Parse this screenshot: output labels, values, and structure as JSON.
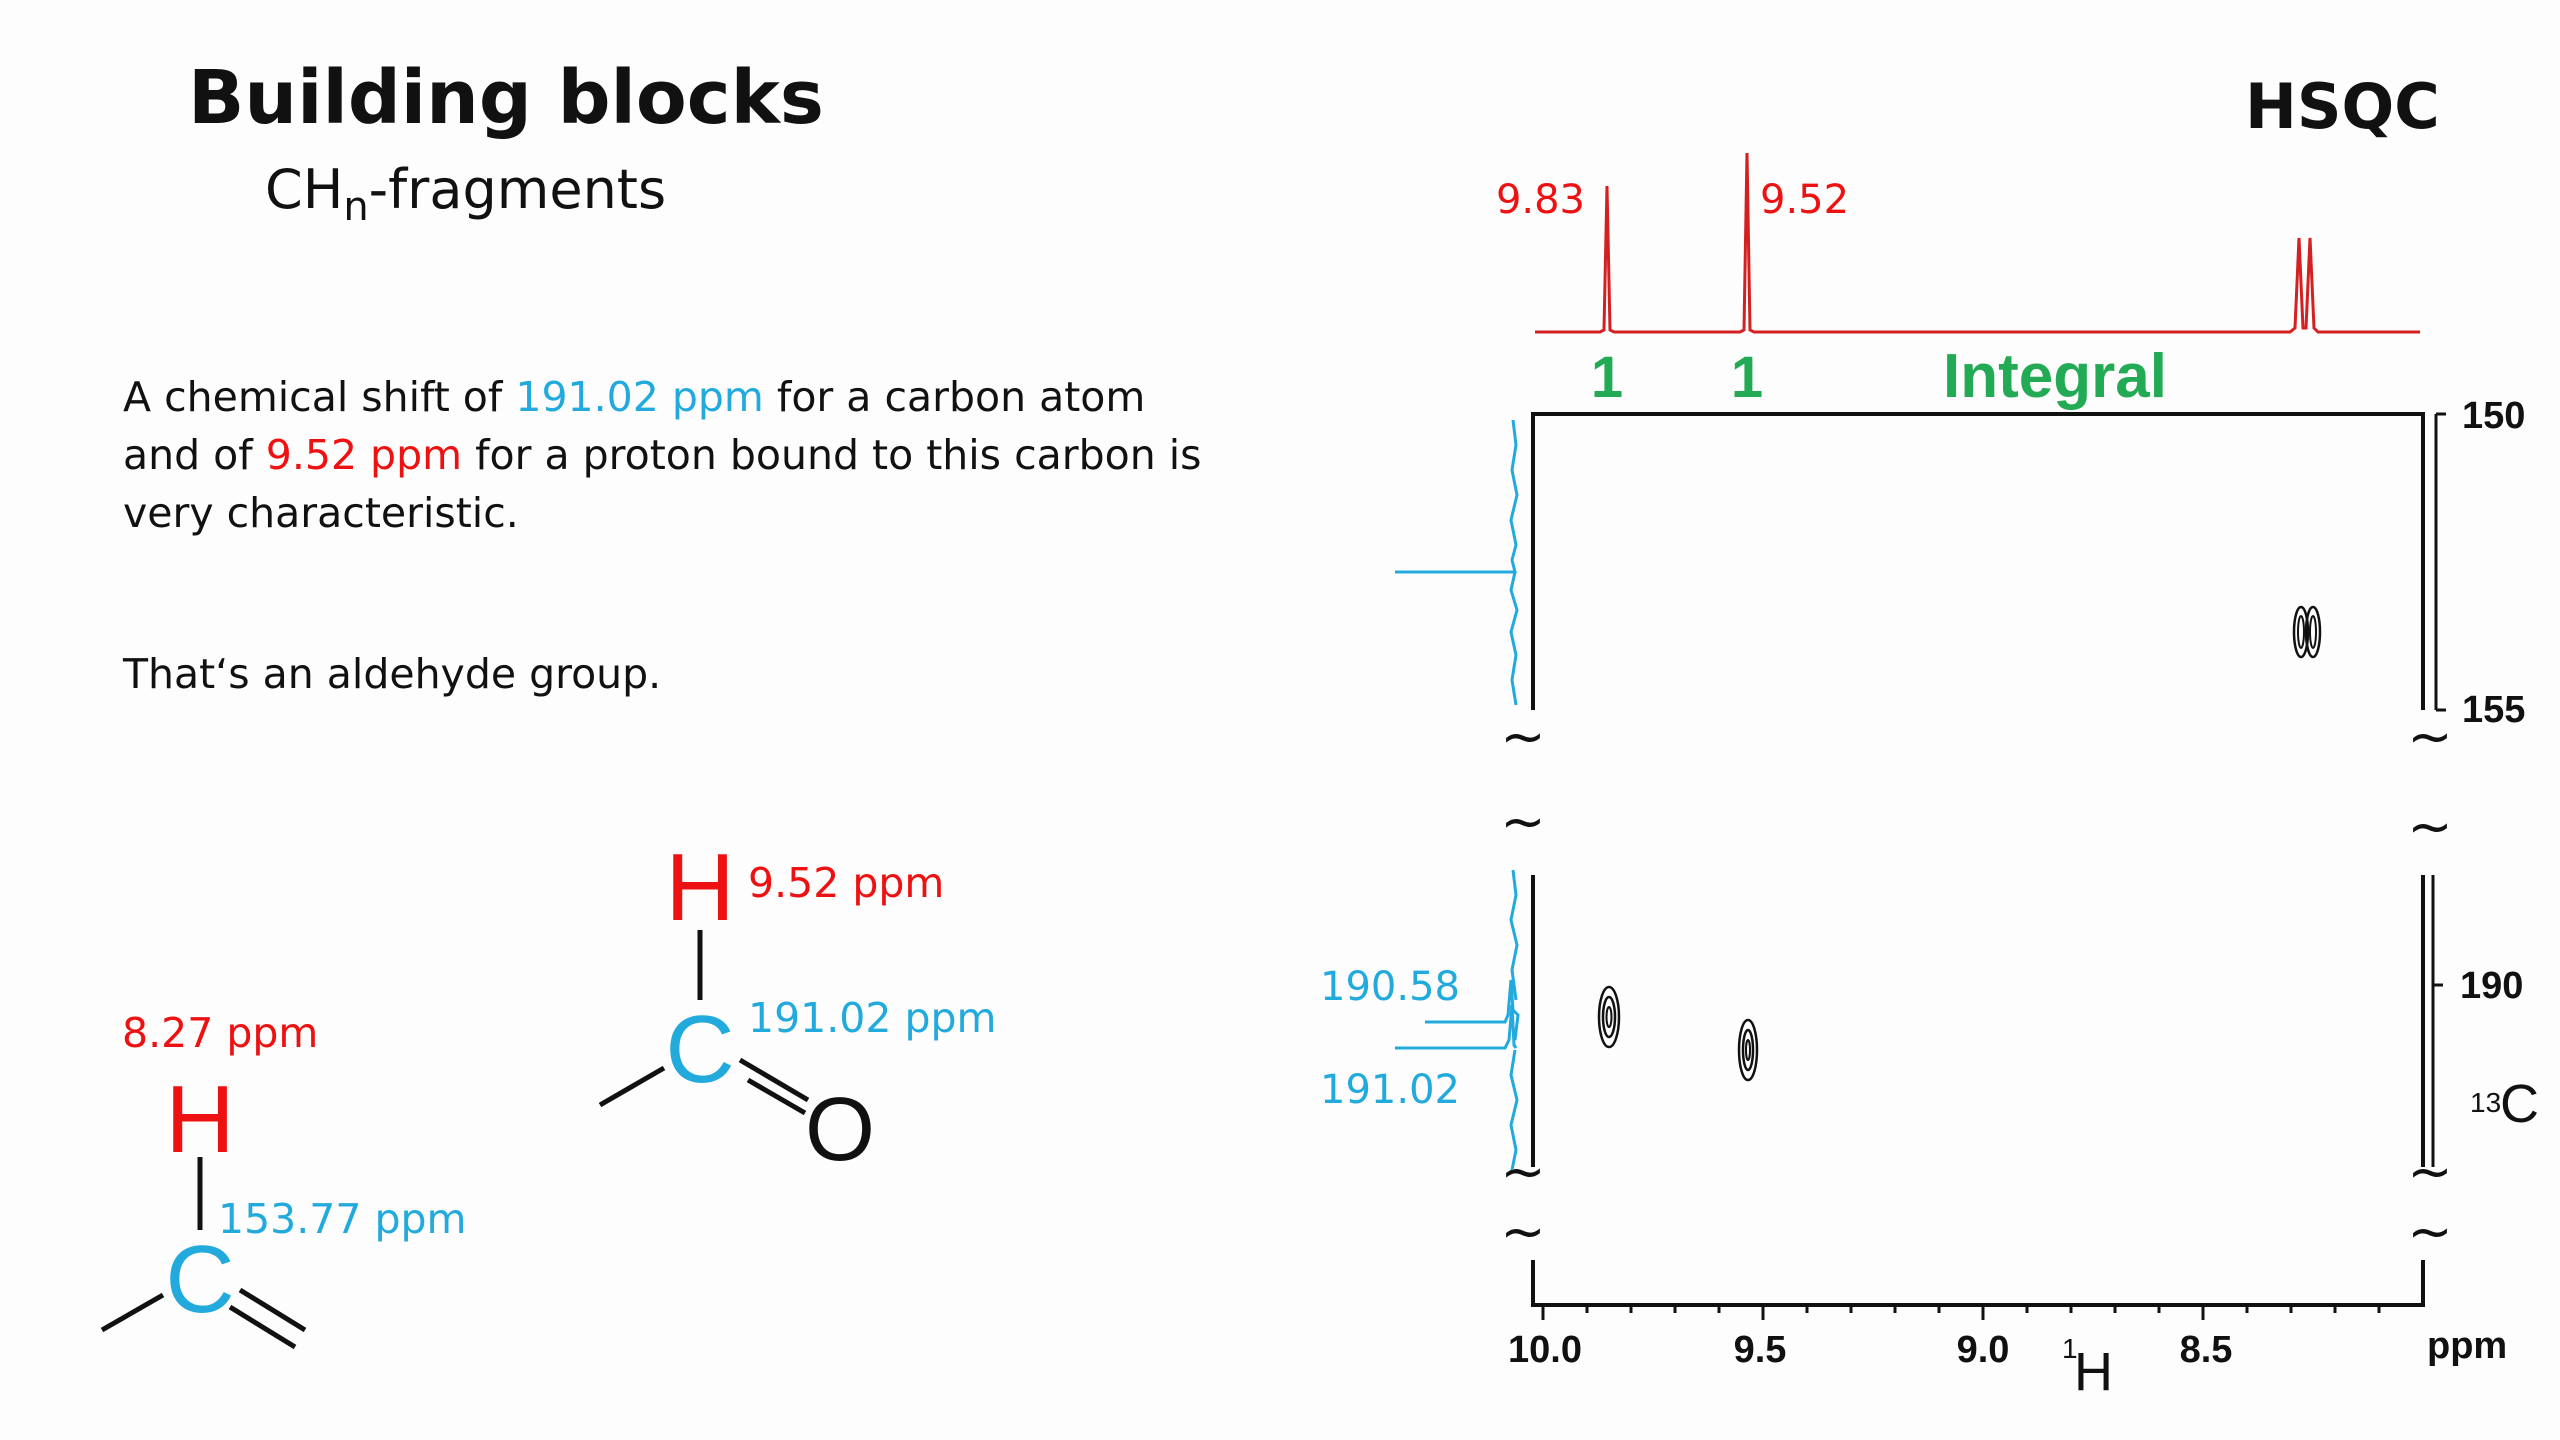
{
  "slide": {
    "title": "Building blocks",
    "subtitle_main": "CH",
    "subtitle_sub": "n",
    "subtitle_rest": "-fragments",
    "paragraph": {
      "t1": "A chemical shift of ",
      "c_shift": "191.02 ppm",
      "t2": " for a carbon atom and of ",
      "h_shift": "9.52 ppm",
      "t3": " for a proton bound to this carbon is very characteristic."
    },
    "conclusion": "That‘s an aldehyde group."
  },
  "molecules": {
    "aldehyde": {
      "H": "H",
      "C": "C",
      "O": "O",
      "h_label": "9.52 ppm",
      "c_label": "191.02 ppm"
    },
    "alkene": {
      "H": "H",
      "C": "C",
      "h_label": "8.27 ppm",
      "c_label": "153.77 ppm"
    }
  },
  "spectrum": {
    "title": "HSQC",
    "peak_labels": [
      "9.83",
      "9.52"
    ],
    "integrals": [
      "1",
      "1"
    ],
    "integral_label": "Integral",
    "c13_labels": [
      "190.58",
      "191.02"
    ],
    "x_ticks": [
      "10.0",
      "9.5",
      "9.0",
      "8.5"
    ],
    "x_unit": "ppm",
    "x_axis_sup": "1",
    "x_axis_label": "H",
    "y_ticks_upper": [
      "150",
      "155"
    ],
    "y_ticks_lower": [
      "190"
    ],
    "y_axis_sup": "13",
    "y_axis_label": "C",
    "break_symbol": "~"
  },
  "colors": {
    "proton": "#ee1111",
    "carbon": "#22aadd",
    "integral": "#22aa55",
    "contour": "#111111"
  }
}
